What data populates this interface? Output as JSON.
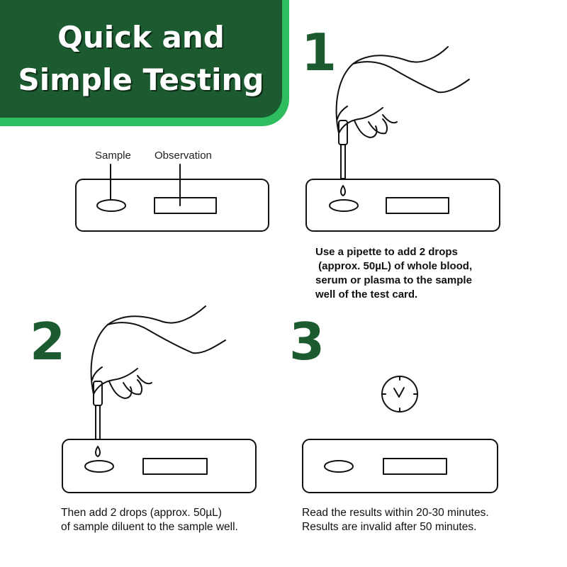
{
  "banner": {
    "line1": "Quick and",
    "line2": "Simple Testing",
    "colors": {
      "background": "#1c5a30",
      "accent": "#2ebd5f",
      "text": "#ffffff"
    }
  },
  "diagram": {
    "sample_label": "Sample",
    "observation_label": "Observation"
  },
  "steps": [
    {
      "number": "1",
      "lines": [
        "Use a pipette to add 2 drops",
        " (approx. 50µL) of whole blood,",
        "serum or plasma to the sample",
        "well of the test card."
      ]
    },
    {
      "number": "2",
      "lines": [
        "Then add 2 drops (approx. 50µL)",
        "of sample diluent to the sample well."
      ]
    },
    {
      "number": "3",
      "lines": [
        "Read the results within 20-30 minutes.",
        "Results are invalid after 50 minutes."
      ]
    }
  ],
  "icons": [
    "hand-pipette-icon",
    "droplet-icon",
    "clock-icon"
  ]
}
